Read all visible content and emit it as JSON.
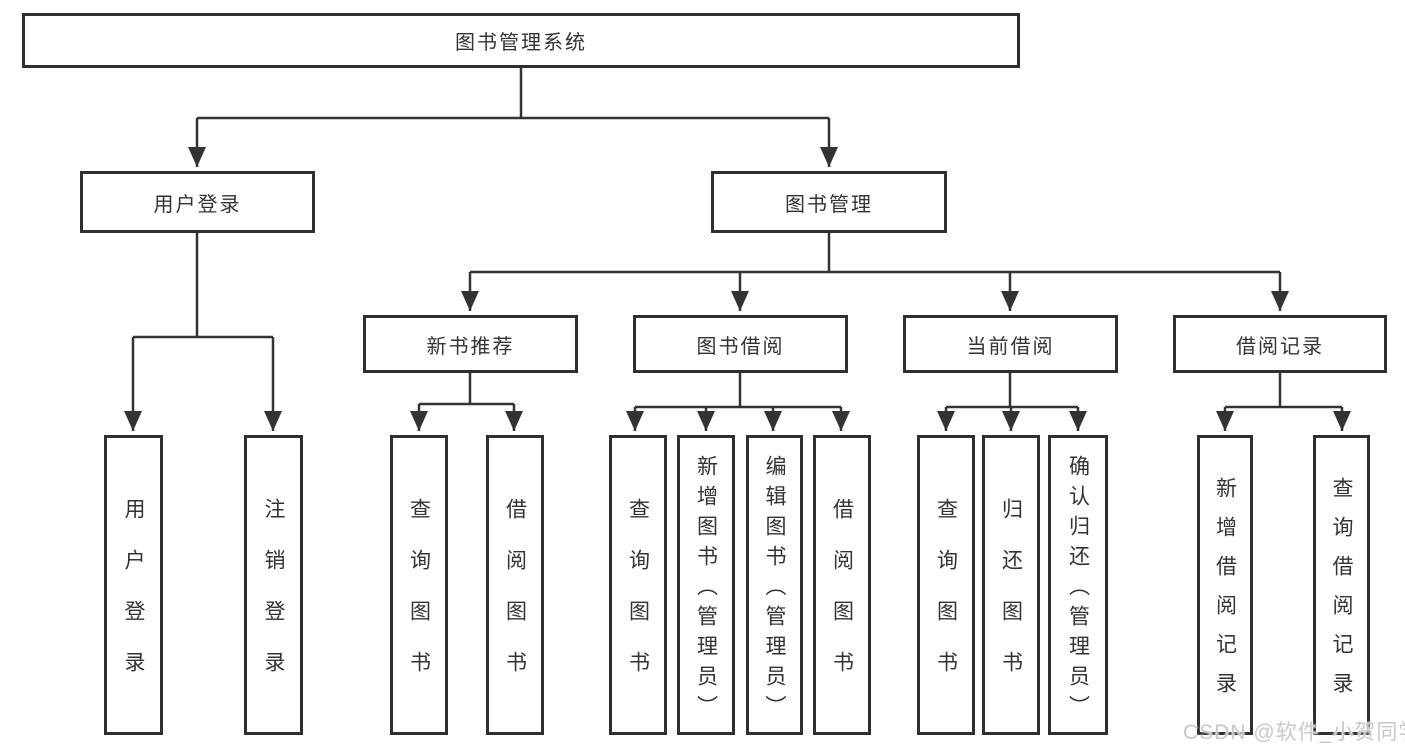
{
  "diagram": {
    "root": {
      "label": "图书管理系统"
    },
    "branches": [
      {
        "label": "用户登录",
        "children": [
          {
            "label": "用户登录"
          },
          {
            "label": "注销登录"
          }
        ]
      },
      {
        "label": "图书管理",
        "children": [
          {
            "label": "新书推荐",
            "children": [
              {
                "label": "查询图书"
              },
              {
                "label": "借阅图书"
              }
            ]
          },
          {
            "label": "图书借阅",
            "children": [
              {
                "label": "查询图书"
              },
              {
                "label": "新增图书（管理员）"
              },
              {
                "label": "编辑图书（管理员）"
              },
              {
                "label": "借阅图书"
              }
            ]
          },
          {
            "label": "当前借阅",
            "children": [
              {
                "label": "查询图书"
              },
              {
                "label": "归还图书"
              },
              {
                "label": "确认归还（管理员）"
              }
            ]
          },
          {
            "label": "借阅记录",
            "children": [
              {
                "label": "新增借阅记录"
              },
              {
                "label": "查询借阅记录"
              }
            ]
          }
        ]
      }
    ]
  },
  "watermark": {
    "text": "CSDN @软件_小贺同学",
    "color": "#c8c8c8"
  },
  "colors": {
    "line": "#333333",
    "box_border": "#2f2f2f",
    "text": "#333333",
    "background": "#ffffff"
  }
}
